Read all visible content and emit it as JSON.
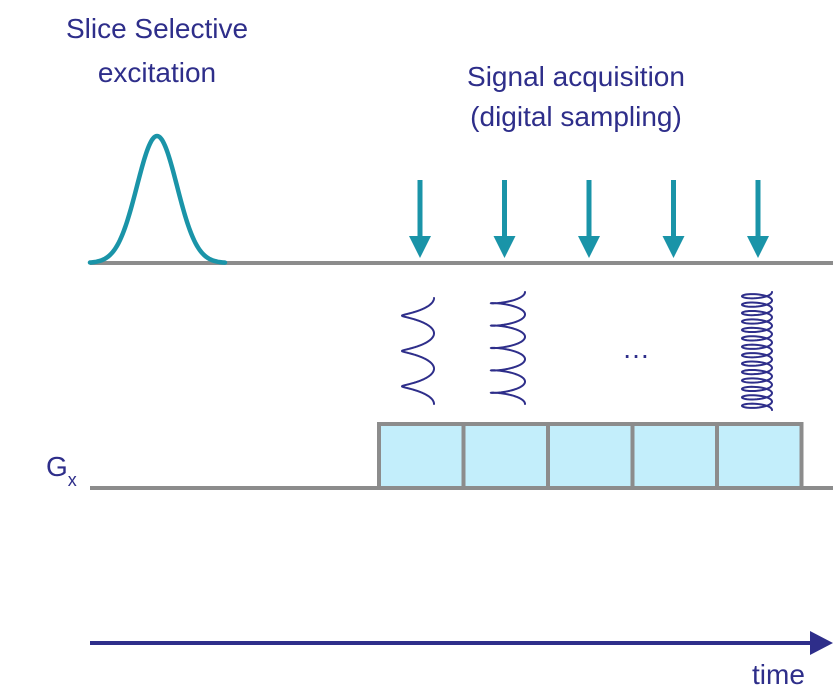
{
  "labels": {
    "excitation_line1": "Slice Selective",
    "excitation_line2": "excitation",
    "acquisition_line1": "Signal acquisition",
    "acquisition_line2": "(digital sampling)",
    "gradient_main": "G",
    "gradient_sub": "x",
    "ellipsis": "…",
    "time": "time"
  },
  "sampling_arrow_count": 5,
  "gradient_cell_count": 5,
  "spiral_turns": [
    3,
    5,
    14
  ],
  "colors": {
    "text": "#2e2e8a",
    "pulse": "#1a94a8",
    "baseline": "#8c8c8c",
    "cell_fill": "#c3eefb"
  }
}
